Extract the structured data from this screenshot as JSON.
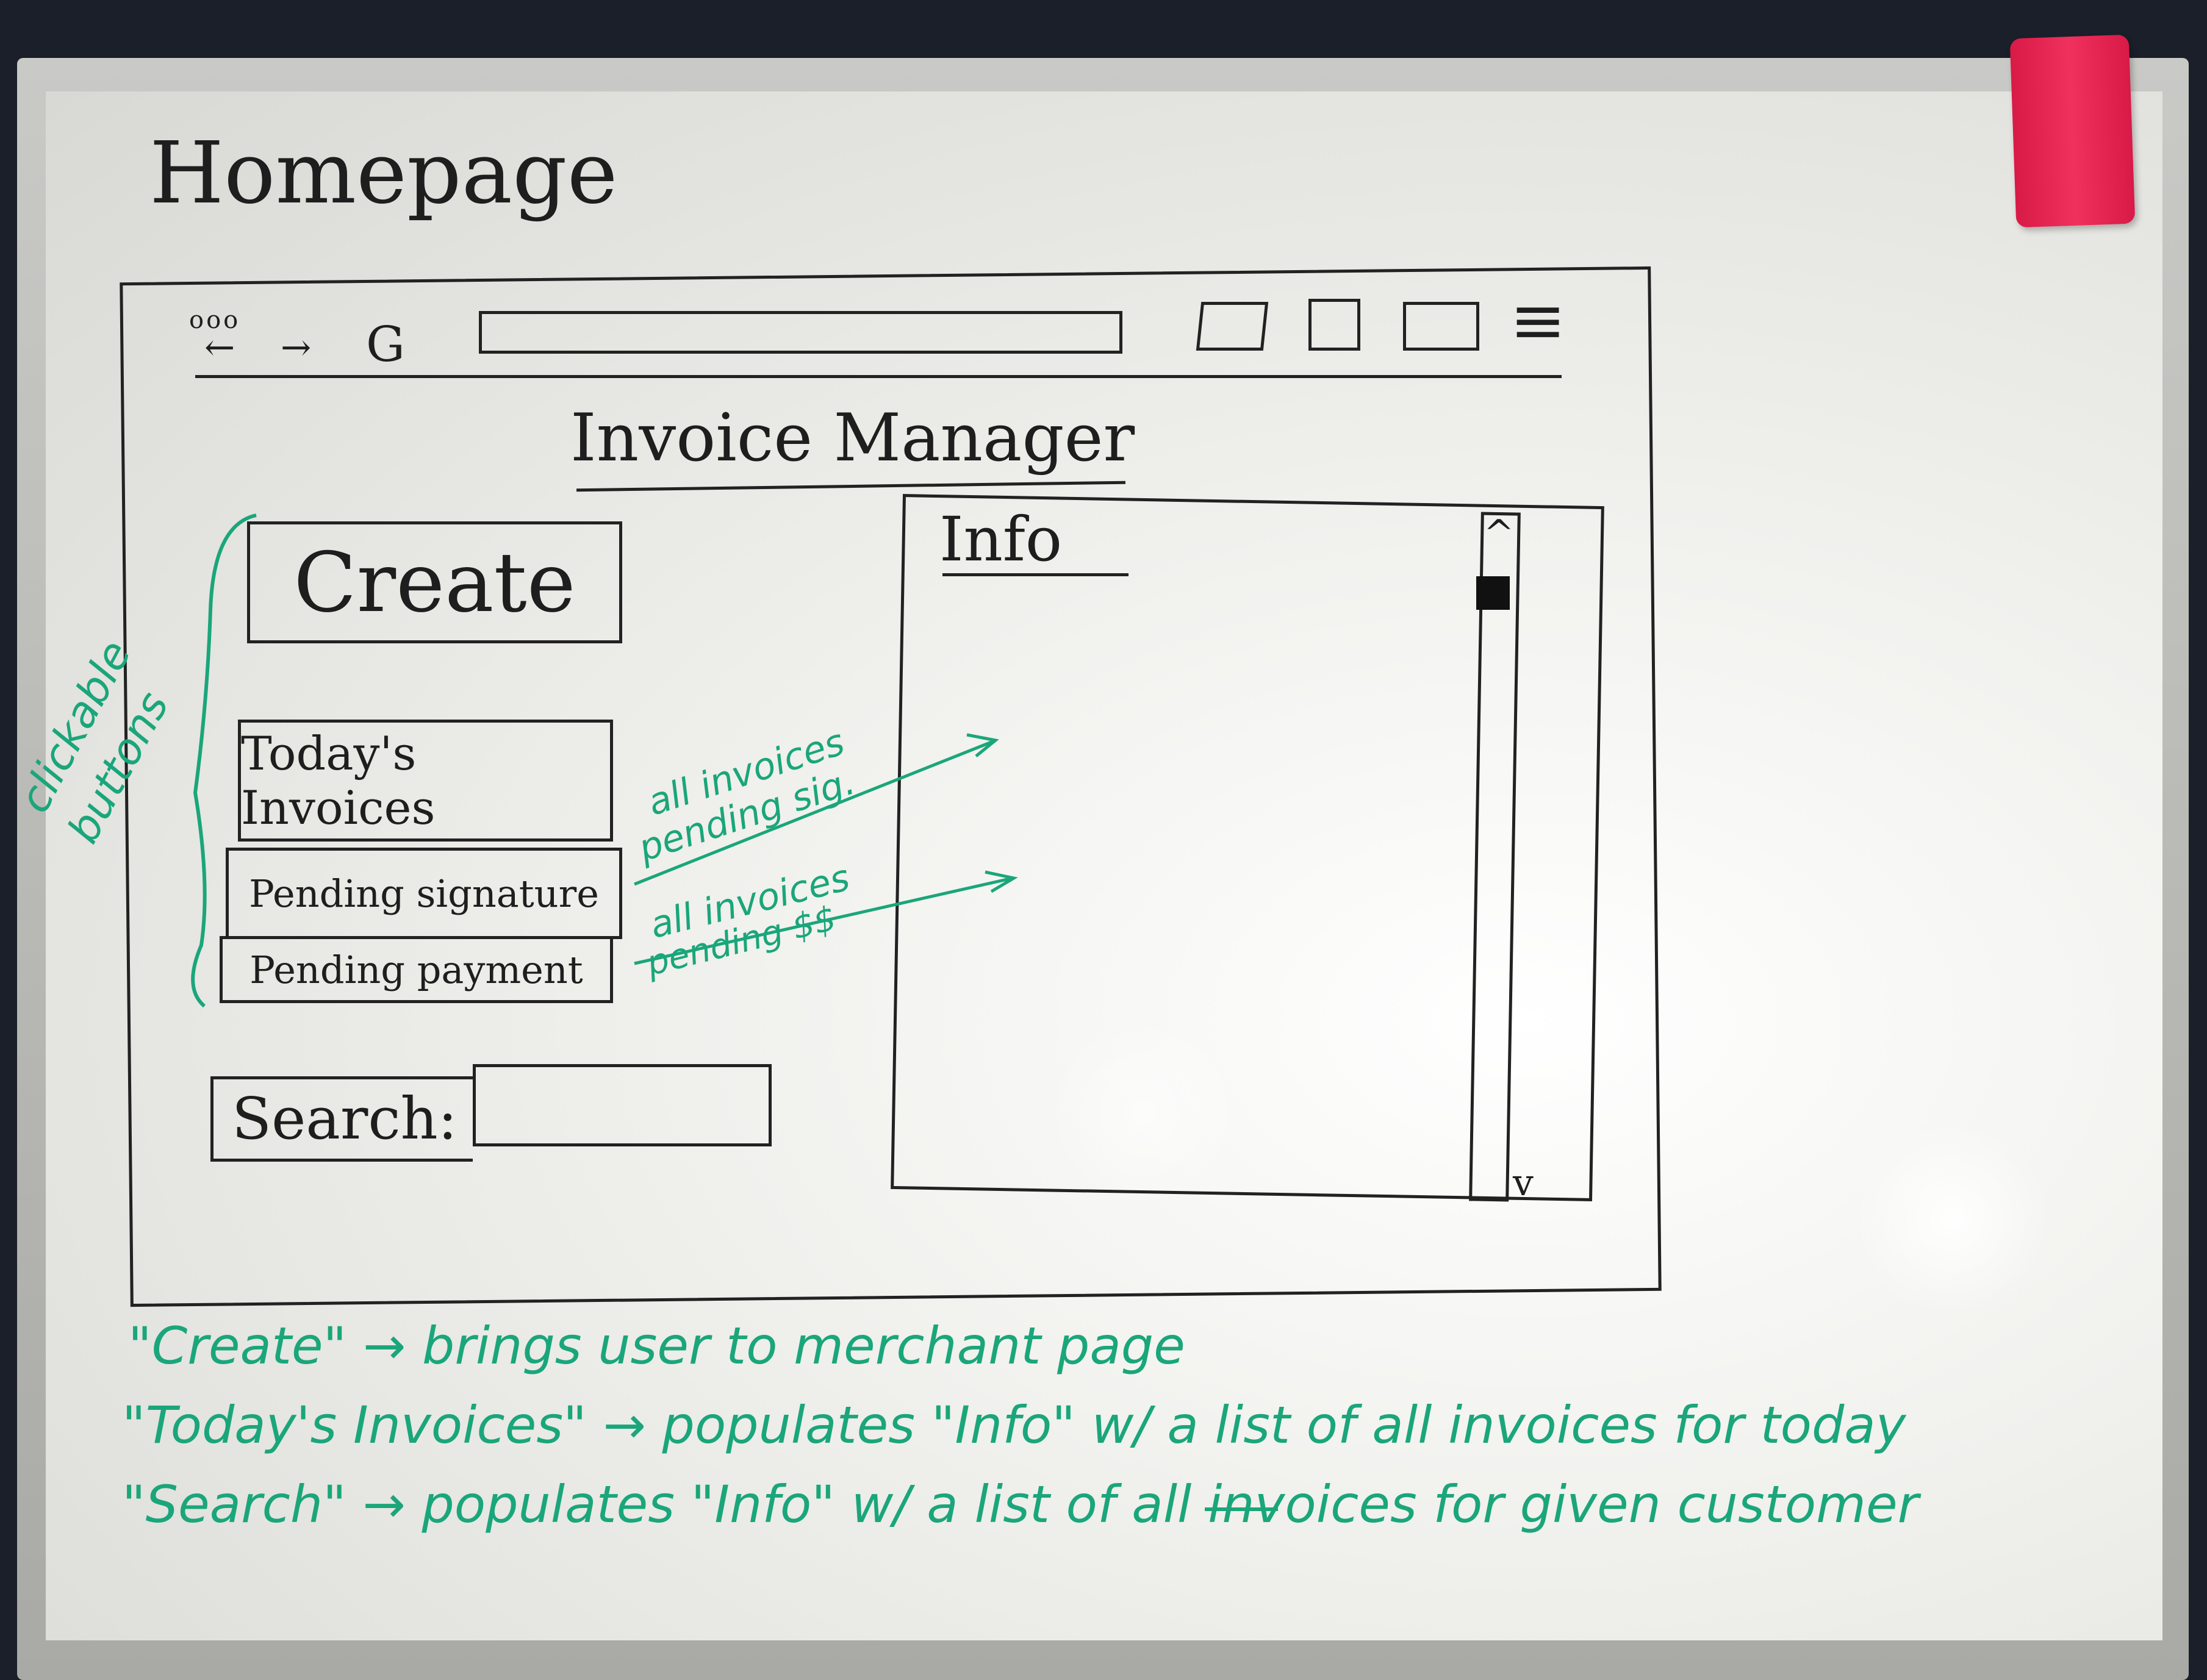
{
  "board": {
    "title": "Homepage"
  },
  "browser": {
    "dots": "ooo",
    "back": "←",
    "forward": "→",
    "reload": "G",
    "menu": "≡"
  },
  "app": {
    "title": "Invoice Manager",
    "buttons": {
      "create": "Create",
      "todays_invoices": "Today's Invoices",
      "pending_signature": "Pending signature",
      "pending_payment": "Pending payment"
    },
    "search_label": "Search:",
    "info_title": "Info",
    "scroll_up": "^",
    "scroll_down": "v"
  },
  "annotations": {
    "side_label_line1": "clickable",
    "side_label_line2": "buttons",
    "pending_sig_line1": "all invoices",
    "pending_sig_line2": "pending sig.",
    "pending_pay_line1": "all invoices",
    "pending_pay_line2": "pending $$",
    "notes": [
      "\"Create\" → brings user to merchant page",
      "\"Today's Invoices\" → populates \"Info\" w/ a list of all invoices for today",
      "\"Search\" → populates \"Info\" w/ a list of all invoices for given customer"
    ]
  },
  "colors": {
    "ink_black": "#1e1e1e",
    "ink_green": "#1aa67a",
    "eraser": "#e8285a"
  }
}
